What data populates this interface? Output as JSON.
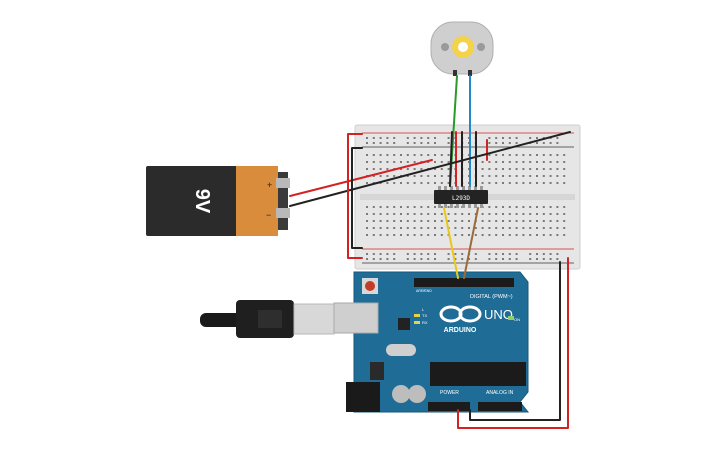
{
  "battery": {
    "label": "9V",
    "plus": "+",
    "minus": "−"
  },
  "chip": {
    "label": "L293D"
  },
  "arduino": {
    "brand": "ARDUINO",
    "model": "UNO",
    "digital_label": "DIGITAL (PWM~)",
    "power_label": "POWER",
    "analog_label": "ANALOG IN",
    "tx": "TX",
    "rx": "RX",
    "led_l": "L",
    "on_label": "ON",
    "aref": "AREF",
    "gnd": "GND"
  },
  "colors": {
    "battery_body": "#2b2b2b",
    "battery_cap": "#d98c3c",
    "arduino_board": "#1f6d96",
    "breadboard": "#e3e3e3",
    "wire_red": "#d32222",
    "wire_black": "#222222",
    "wire_green": "#2a9a2a",
    "wire_blue": "#2288cc",
    "wire_yellow": "#e8c81a",
    "wire_brown": "#9a6b3a",
    "motor_body": "#c9c9c9",
    "motor_shaft": "#f0c828"
  }
}
